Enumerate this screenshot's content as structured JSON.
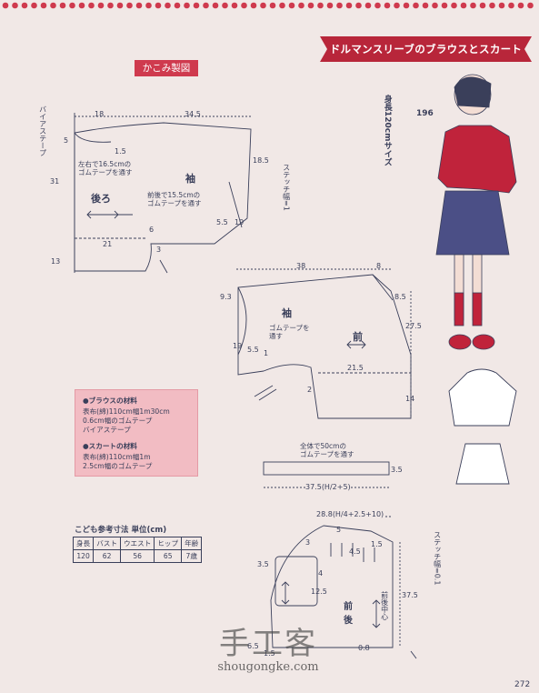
{
  "header": {
    "title": "ドルマンスリーブのブラウスとスカート",
    "section_tag": "かこみ製図"
  },
  "model": {
    "height_label": "身長120cmサイズ",
    "number": "196"
  },
  "blouse_back": {
    "bias_label": "バイアステープ",
    "dims": {
      "top_a": "18",
      "top_b": "34.5",
      "side_left": "31",
      "neck": "5",
      "shoulder": "1.5",
      "sleeve_end": "18.5",
      "under": "5.5",
      "under2": "19",
      "hem": "21",
      "hem_side": "6",
      "notch": "3",
      "lower": "13"
    },
    "notes": {
      "left_tape": "左右で16.5cmの\nゴムテープを通す",
      "sleeve_tape": "前後で15.5cmの\nゴムテープを通す"
    },
    "labels": {
      "back": "後ろ",
      "sleeve": "袖",
      "stitch": "ステッチ幅=1"
    }
  },
  "blouse_front": {
    "dims": {
      "top_a": "38",
      "top_b": "8",
      "side_left": "9.3",
      "shoulder": "8.5",
      "height": "27.5",
      "neck": "19",
      "neck2": "5.5",
      "neck3": "1",
      "hem": "21.5",
      "hem_side": "2",
      "lower": "14"
    },
    "notes": {
      "tape": "ゴムテープを\n通す"
    },
    "labels": {
      "front": "前",
      "sleeve": "袖"
    }
  },
  "materials": {
    "blouse_head": "●ブラウスの材料",
    "blouse_lines": [
      "表布(綿)110cm幅1m30cm",
      "0.6cm幅のゴムテープ",
      "バイアステープ"
    ],
    "skirt_head": "●スカートの材料",
    "skirt_lines": [
      "表布(綿)110cm幅1m",
      "2.5cm幅のゴムテープ"
    ]
  },
  "sizes": {
    "title": "こども参考寸法 単位(cm)",
    "headers": [
      "身長",
      "バスト",
      "ウエスト",
      "ヒップ",
      "年齢"
    ],
    "values": [
      "120",
      "62",
      "56",
      "65",
      "7歳"
    ]
  },
  "skirt": {
    "waistband_note": "全体で50cmの\nゴムテープを通す",
    "waistband_dims": {
      "width": "37.5(H/2+5)",
      "height": "3.5"
    },
    "body_dims": {
      "top": "28.8(H/4+2.5+10)",
      "a": "3",
      "b": "5",
      "c": "4.5",
      "d": "1.5",
      "pocket_l": "3.5",
      "pocket_h": "12.5",
      "pocket_w": "4",
      "height": "37.5",
      "hem_l": "6.5",
      "hem": "1.5",
      "hem2": "0.8"
    },
    "labels": {
      "front_back": "前後",
      "center": "前後中心",
      "stitch": "ステッチ幅=0.1"
    }
  },
  "watermark": {
    "cn": "手工客",
    "url": "shougongke.com"
  },
  "page_number": "272",
  "colors": {
    "accent": "#cf3a4e",
    "line": "#3a3f5a",
    "box": "#f2bcc3"
  }
}
